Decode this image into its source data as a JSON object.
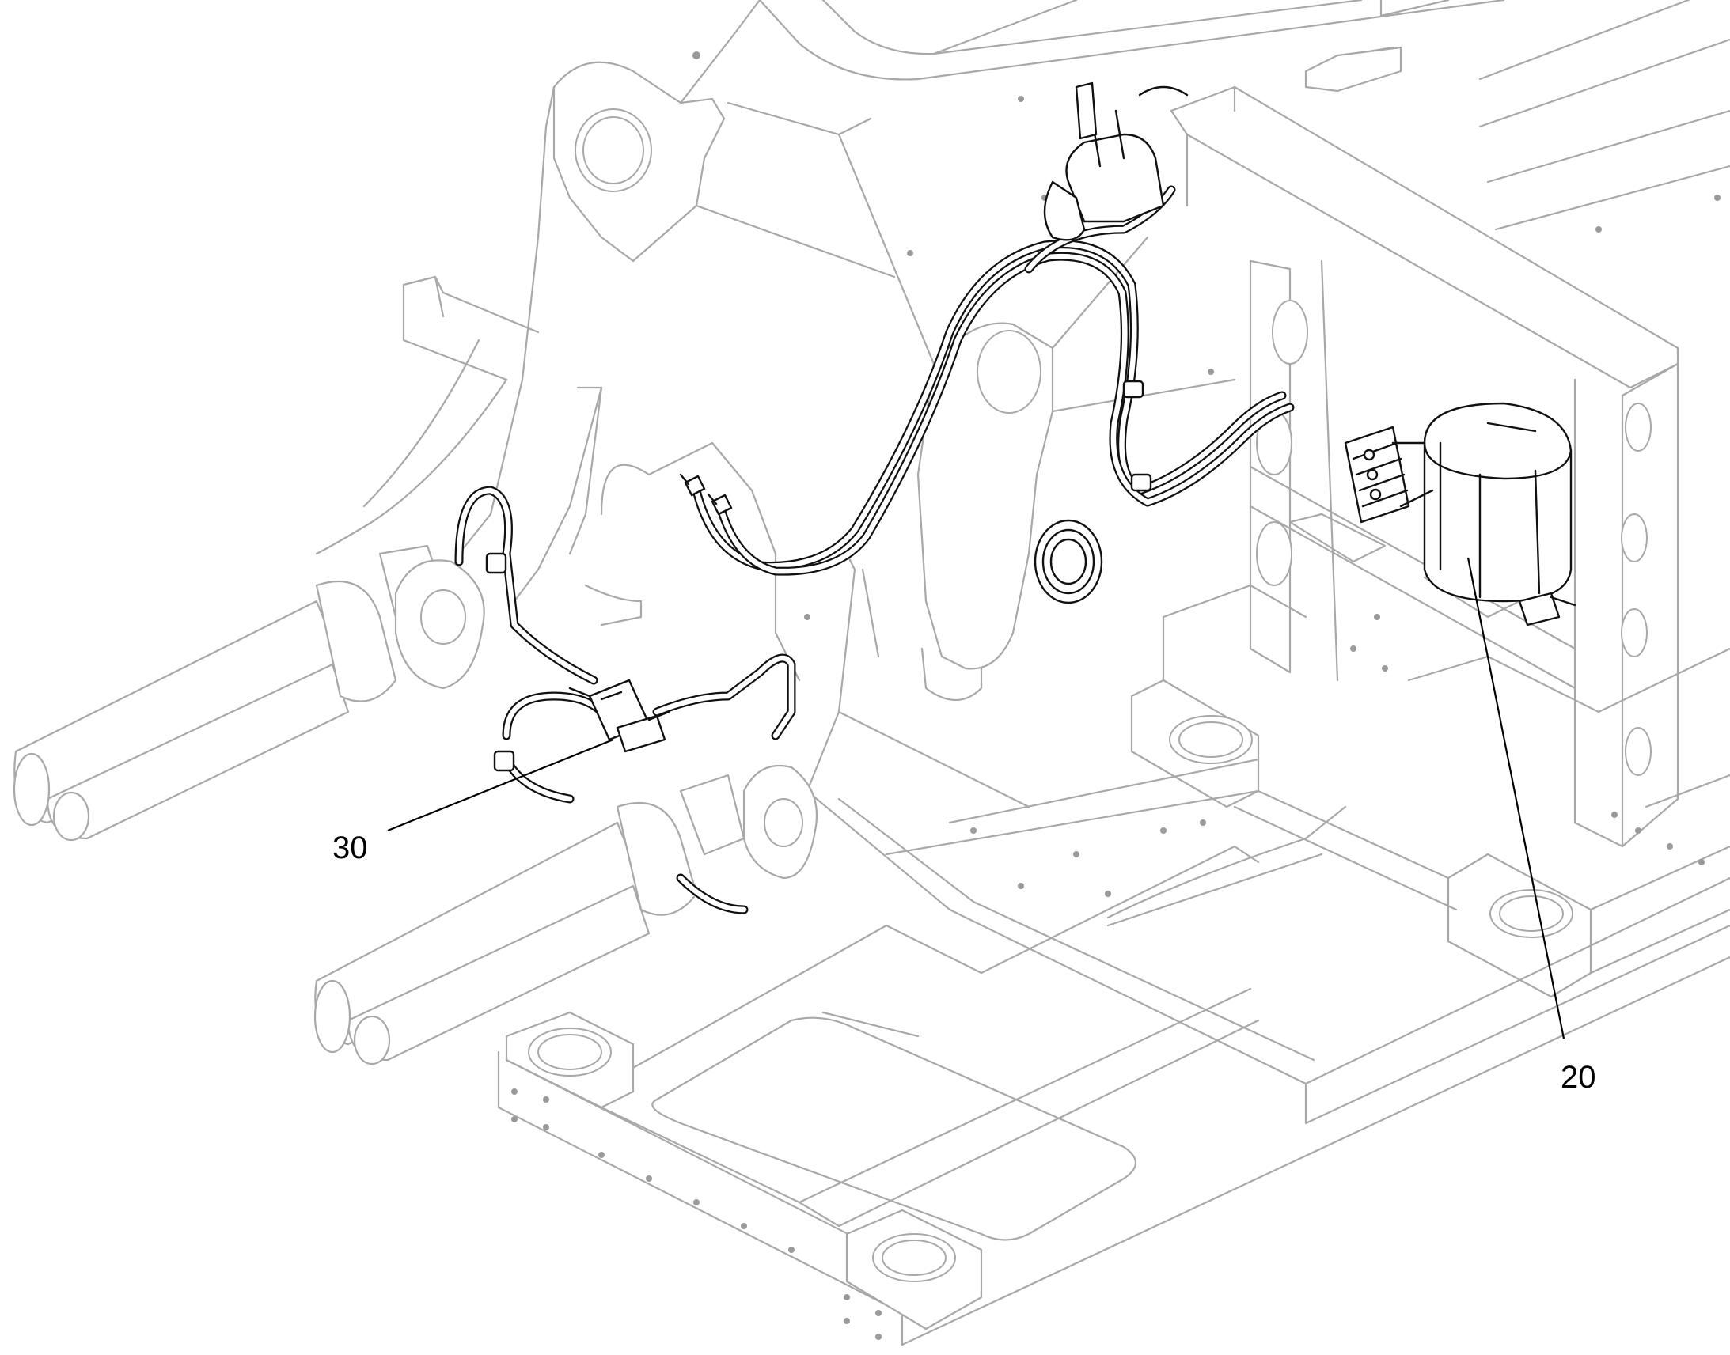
{
  "callouts": [
    {
      "id": "30",
      "label": "30"
    },
    {
      "id": "20",
      "label": "20"
    }
  ]
}
